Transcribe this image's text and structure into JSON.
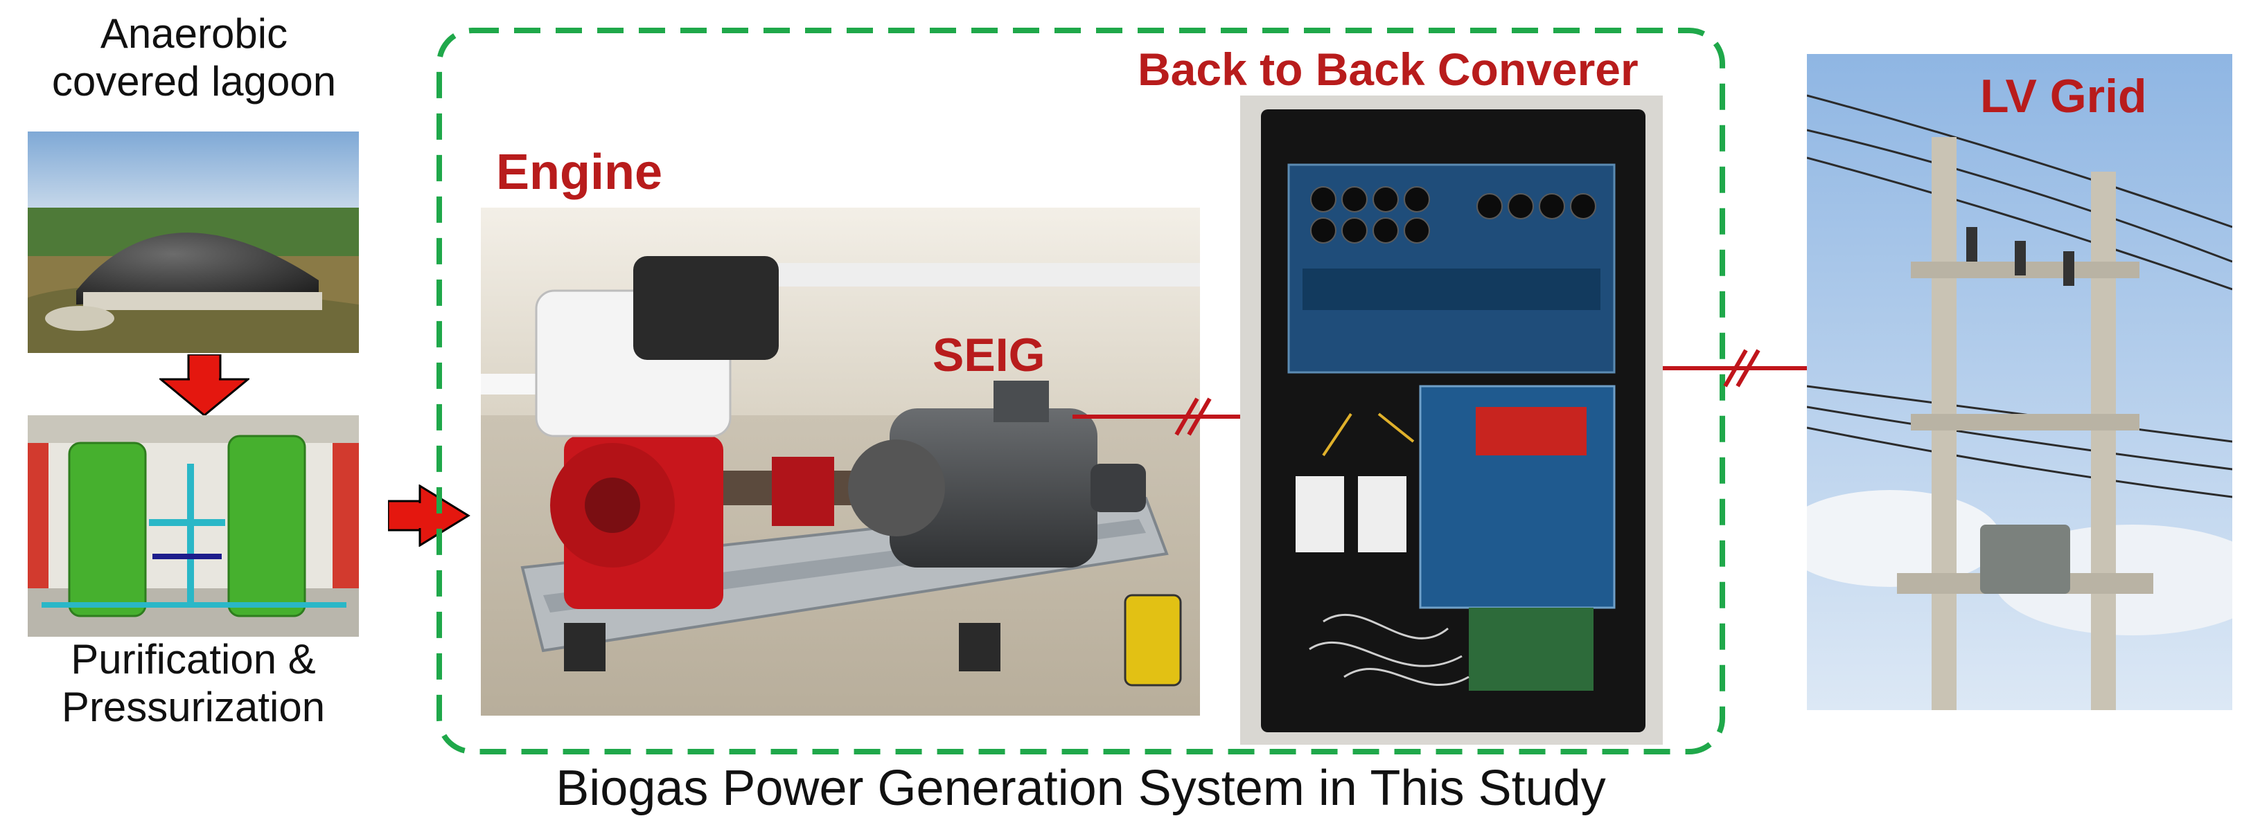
{
  "diagram": {
    "lagoon_label_line1": "Anaerobic",
    "lagoon_label_line2": "covered lagoon",
    "purification_label_line1": "Purification &",
    "purification_label_line2": "Pressurization",
    "engine_label": "Engine",
    "seig_label": "SEIG",
    "converter_label": "Back to Back Converer",
    "grid_label": "LV Grid",
    "system_caption": "Biogas Power Generation System in This Study"
  },
  "colors": {
    "label_red": "#b81c1c",
    "boundary_green": "#1fa84a",
    "arrow_red": "#e4170f",
    "line_red": "#c0151b"
  },
  "icons": {
    "flow_arrow": "arrow-icon",
    "line_break": "double-slash-icon"
  }
}
